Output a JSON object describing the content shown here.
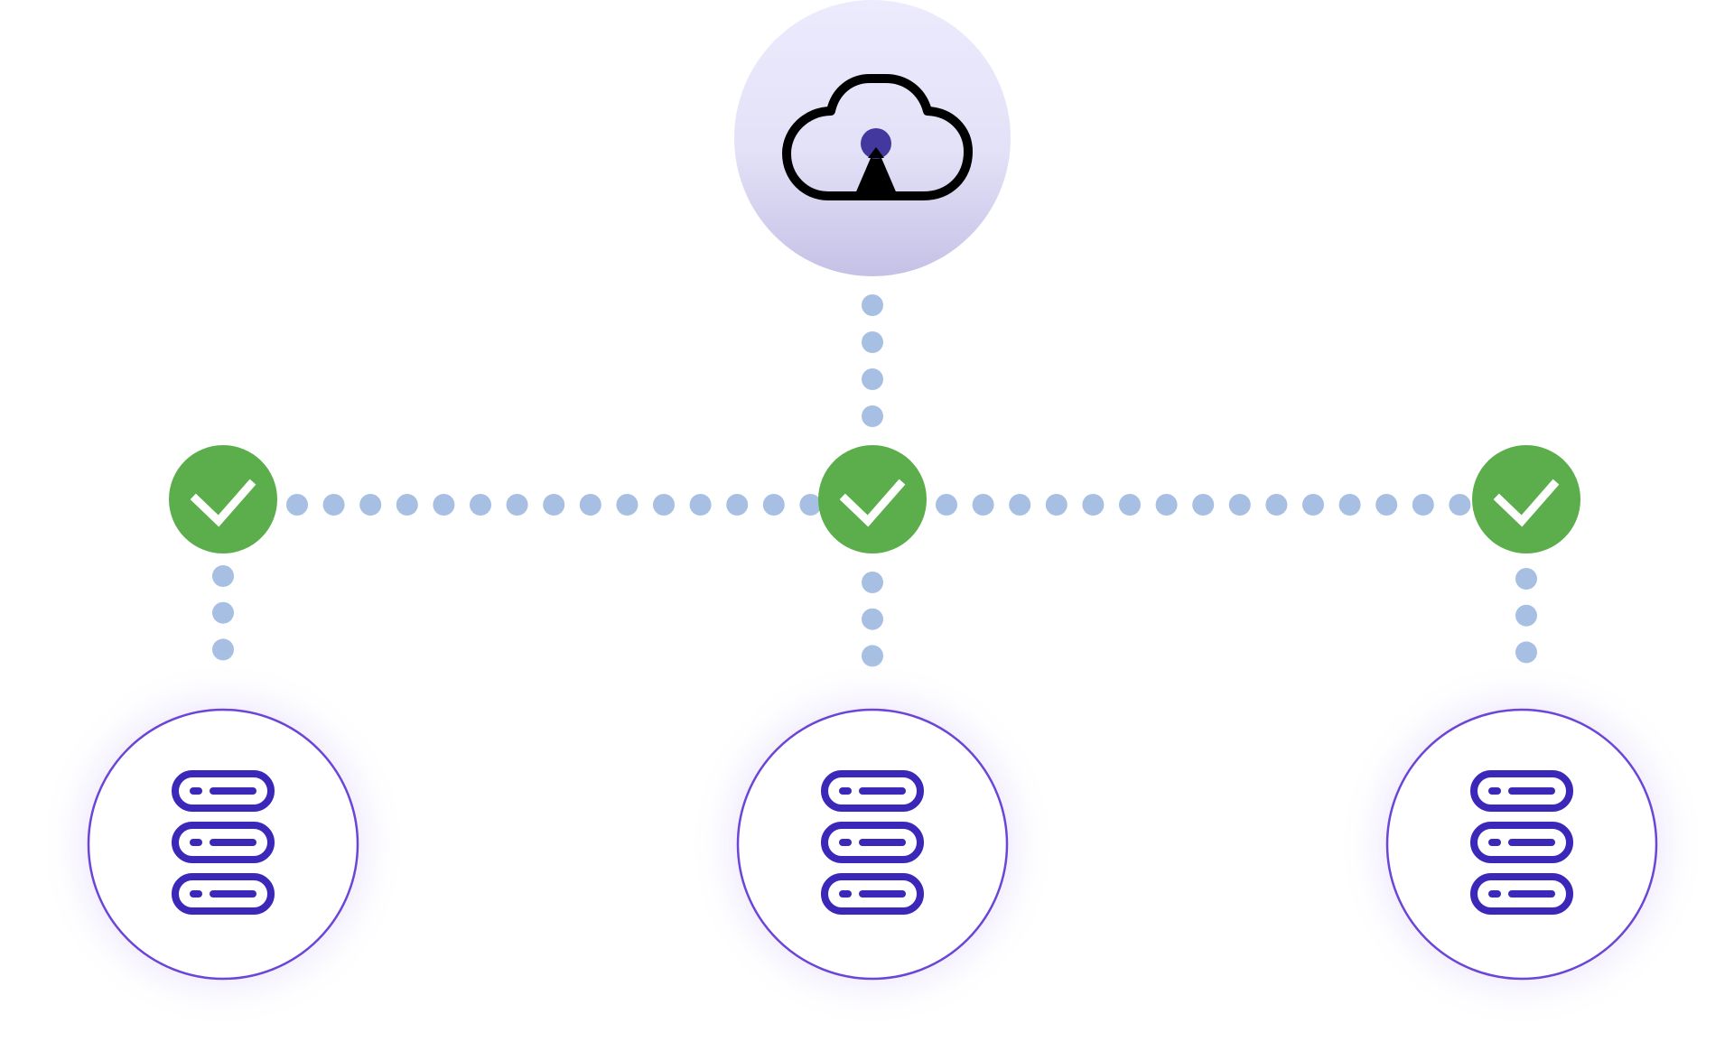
{
  "colors": {
    "background": "#ffffff",
    "hub_gradient_top": "#ecebfd",
    "hub_gradient_mid": "#e3e1f7",
    "hub_gradient_bottom": "#c5c1e6",
    "connector_dot": "#a7bfe2",
    "check_fill": "#5cad4b",
    "check_mark": "#ffffff",
    "server_ring": "#6a45d8",
    "server_glow": "#c9b8f5",
    "server_icon": "#3b27b8",
    "cloud_outline": "#000000",
    "cloud_dot": "#42389d"
  },
  "icons": {
    "hub": "cloud-upload-icon",
    "status": "checkmark-icon",
    "node": "server-stack-icon"
  },
  "nodes": [
    {
      "id": "left",
      "status": "ok"
    },
    {
      "id": "center",
      "status": "ok"
    },
    {
      "id": "right",
      "status": "ok"
    }
  ]
}
